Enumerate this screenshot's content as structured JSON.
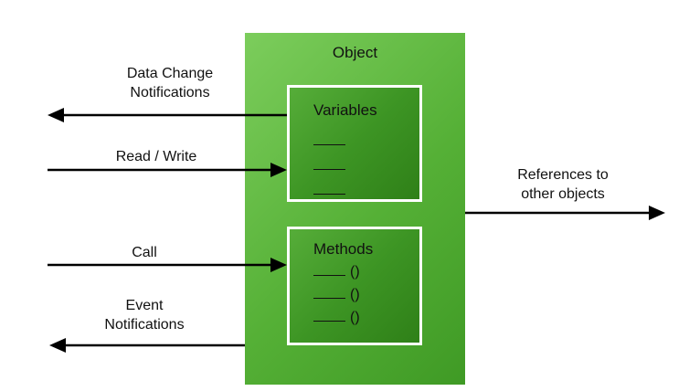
{
  "object": {
    "title": "Object",
    "variables": {
      "title": "Variables",
      "slots": [
        "",
        "",
        ""
      ]
    },
    "methods": {
      "title": "Methods",
      "slots": [
        "()",
        "()",
        "()"
      ]
    }
  },
  "arrows": {
    "data_change": {
      "line1": "Data Change",
      "line2": "Notifications"
    },
    "read_write": {
      "label": "Read / Write"
    },
    "call": {
      "label": "Call"
    },
    "event": {
      "line1": "Event",
      "line2": "Notifications"
    },
    "references": {
      "line1": "References to",
      "line2": "other objects"
    }
  },
  "colors": {
    "object_fill": "#55b036",
    "inner_fill": "#3d9524",
    "inner_border": "#ffffff",
    "arrow": "#000000"
  }
}
